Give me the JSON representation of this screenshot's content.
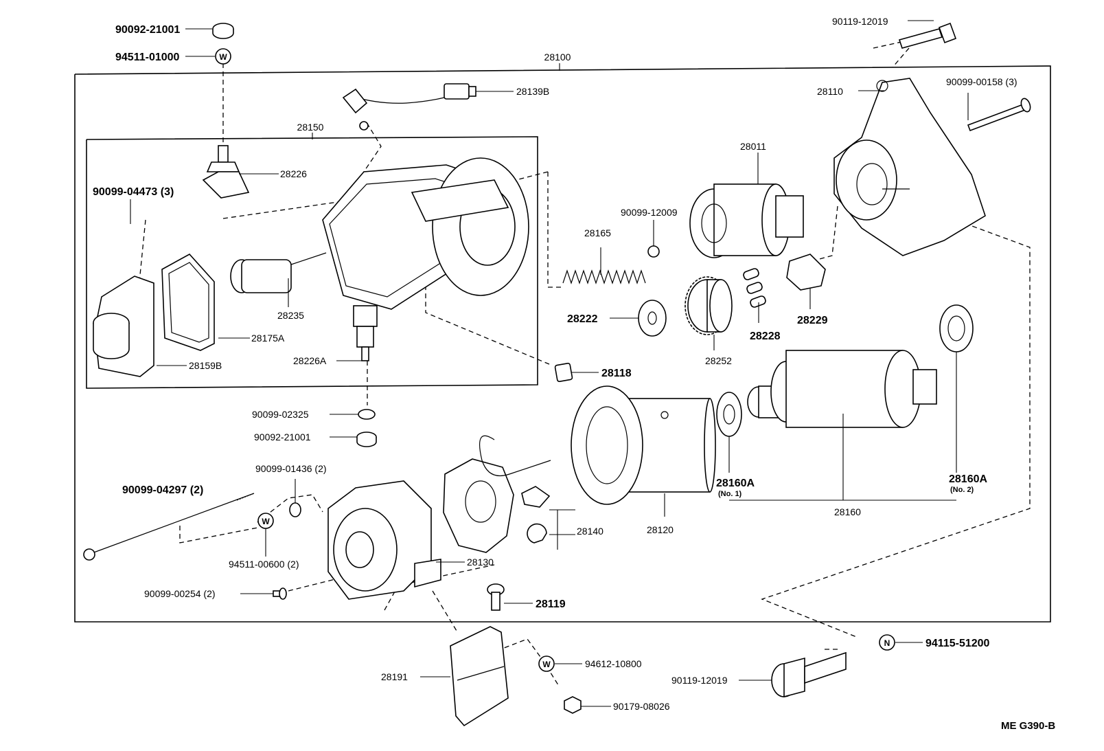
{
  "diagram": {
    "assembly_number": "28100",
    "sub_assembly_number": "28150",
    "figure_code": "ME  G390-B"
  },
  "parts": [
    {
      "key": "p90092_21001_top",
      "number": "90092-21001",
      "bold": true
    },
    {
      "key": "p94511_01000",
      "number": "94511-01000",
      "bold": true
    },
    {
      "key": "p28139b",
      "number": "28139B",
      "bold": false
    },
    {
      "key": "p28226",
      "number": "28226",
      "bold": false
    },
    {
      "key": "p90099_04473",
      "number": "90099-04473 (3)",
      "bold": true
    },
    {
      "key": "p28235",
      "number": "28235",
      "bold": false
    },
    {
      "key": "p28175a",
      "number": "28175A",
      "bold": false
    },
    {
      "key": "p28159b",
      "number": "28159B",
      "bold": false
    },
    {
      "key": "p28226a",
      "number": "28226A",
      "bold": false
    },
    {
      "key": "p90099_02325",
      "number": "90099-02325",
      "bold": false
    },
    {
      "key": "p90092_21001_mid",
      "number": "90092-21001",
      "bold": false
    },
    {
      "key": "p90099_01436",
      "number": "90099-01436 (2)",
      "bold": false
    },
    {
      "key": "p90099_04297",
      "number": "90099-04297 (2)",
      "bold": true
    },
    {
      "key": "p94511_00600",
      "number": "94511-00600 (2)",
      "bold": false
    },
    {
      "key": "p90099_00254",
      "number": "90099-00254 (2)",
      "bold": false
    },
    {
      "key": "p28130",
      "number": "28130",
      "bold": false
    },
    {
      "key": "p28140",
      "number": "28140",
      "bold": false
    },
    {
      "key": "p28119",
      "number": "28119",
      "bold": true
    },
    {
      "key": "p28191",
      "number": "28191",
      "bold": false
    },
    {
      "key": "p94612_10800",
      "number": "94612-10800",
      "bold": false
    },
    {
      "key": "p90179_08026",
      "number": "90179-08026",
      "bold": false
    },
    {
      "key": "p28120",
      "number": "28120",
      "bold": false
    },
    {
      "key": "p28118",
      "number": "28118",
      "bold": true
    },
    {
      "key": "p28165",
      "number": "28165",
      "bold": false
    },
    {
      "key": "p90099_12009",
      "number": "90099-12009",
      "bold": false
    },
    {
      "key": "p28011",
      "number": "28011",
      "bold": false
    },
    {
      "key": "p28222",
      "number": "28222",
      "bold": true
    },
    {
      "key": "p28252",
      "number": "28252",
      "bold": false
    },
    {
      "key": "p28228",
      "number": "28228",
      "bold": true
    },
    {
      "key": "p28229",
      "number": "28229",
      "bold": true
    },
    {
      "key": "p28110",
      "number": "28110",
      "bold": false
    },
    {
      "key": "p90119_12019_top",
      "number": "90119-12019",
      "bold": false
    },
    {
      "key": "p90099_00158",
      "number": "90099-00158 (3)",
      "bold": false
    },
    {
      "key": "p28160a_1",
      "number": "28160A",
      "bold": true,
      "note": "(No. 1)"
    },
    {
      "key": "p28160a_2",
      "number": "28160A",
      "bold": true,
      "note": "(No. 2)"
    },
    {
      "key": "p28160",
      "number": "28160",
      "bold": false
    },
    {
      "key": "p94115_51200",
      "number": "94115-51200",
      "bold": true
    },
    {
      "key": "p90119_12019_bot",
      "number": "90119-12019",
      "bold": false
    }
  ],
  "symbols": {
    "washer_w": "W",
    "nut_n": "N"
  }
}
